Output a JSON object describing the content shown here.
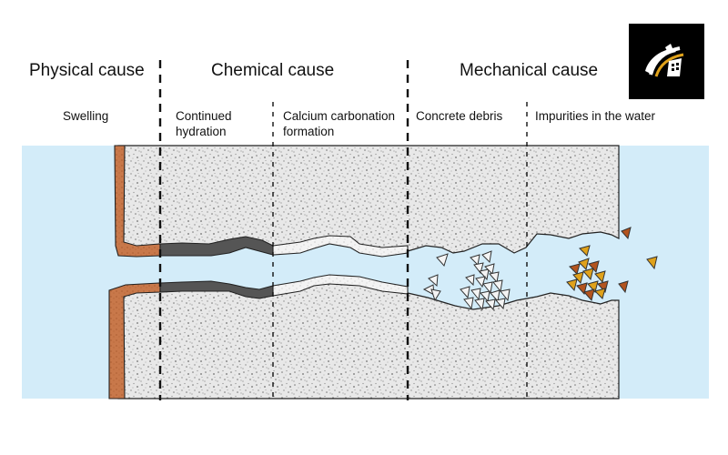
{
  "categories": [
    {
      "id": "physical",
      "label": "Physical cause"
    },
    {
      "id": "chemical",
      "label": "Chemical cause"
    },
    {
      "id": "mechanical",
      "label": "Mechanical cause"
    }
  ],
  "causes": [
    {
      "id": "swelling",
      "label": "Swelling"
    },
    {
      "id": "hydration",
      "label": "Continued\nhydration"
    },
    {
      "id": "carbonation",
      "label": "Calcium carbonation\nformation"
    },
    {
      "id": "debris",
      "label": "Concrete debris"
    },
    {
      "id": "impurities",
      "label": "Impurities in the water"
    }
  ],
  "colors": {
    "water": "#d3ecf9",
    "concrete": "#e9e9e9",
    "swelling_layer": "#c87a4a",
    "hydration_layer": "#555555",
    "carbonate_layer": "#f4f4f4",
    "impurity_dark": "#b3541e",
    "impurity_gold": "#e0a21a"
  },
  "logo": {
    "icon": "road-logo-icon"
  }
}
